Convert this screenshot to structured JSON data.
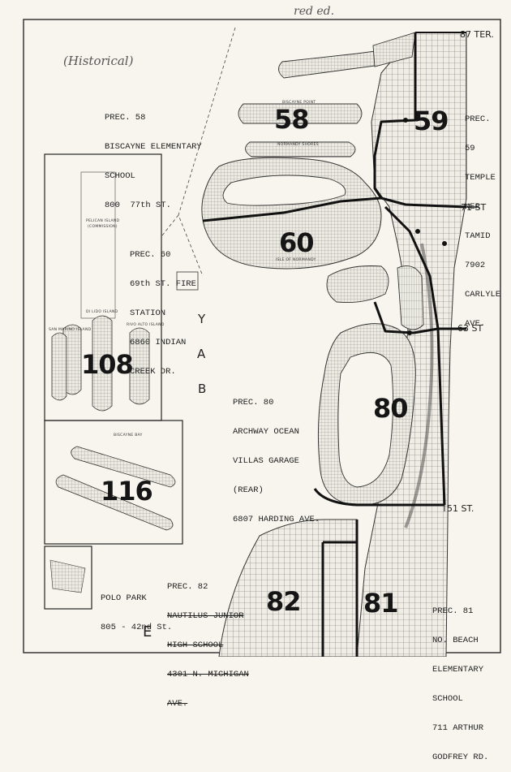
{
  "annotations": {
    "top_handwritten": "red ed.",
    "left_handwritten": "(Historical)"
  },
  "water_label": [
    "B",
    "A",
    "Y"
  ],
  "bottom_letter": "E",
  "streets": {
    "ter_87": "87 TER.",
    "st_71": "71 ST",
    "st_63": "63 ST",
    "st_51": "51 ST."
  },
  "small_labels": {
    "biscayne_point": "BISCAYNE POINT",
    "normandy_shores": "NORMANDY SHORES",
    "isle_of_normandy": "ISLE OF NORMANDY",
    "pelican_island": "PELICAN ISLAND",
    "pelican_island_sub": "(COMMISSION)",
    "di_lido_island": "DI LIDO ISLAND",
    "san_marino_island": "SAN MARINO ISLAND",
    "rivo_alto_island": "RIVO ALTO ISLAND",
    "biscayne_bay": "BISCAYNE BAY"
  },
  "precinct_numbers": {
    "p58": "58",
    "p59": "59",
    "p60": "60",
    "p80": "80",
    "p81": "81",
    "p82": "82",
    "p108": "108",
    "p116": "116"
  },
  "precinct_labels": {
    "p58": [
      "PREC. 58",
      "BISCAYNE ELEMENTARY",
      "SCHOOL",
      "800  77th ST."
    ],
    "p59": [
      "PREC.",
      "59",
      "TEMPLE",
      "NER",
      "TAMID",
      "7902",
      "CARLYLE",
      "AVE."
    ],
    "p60": [
      "PREC. 60",
      "69th ST. FIRE",
      "STATION",
      "6860 INDIAN",
      "CREEK DR."
    ],
    "p80": [
      "PREC. 80",
      "ARCHWAY OCEAN",
      "VILLAS GARAGE",
      "(REAR)",
      "6807 HARDING AVE."
    ],
    "p81": [
      "PREC. 81",
      "NO. BEACH",
      "ELEMENTARY",
      "SCHOOL",
      "711 ARTHUR",
      "GODFREY RD."
    ],
    "p82": [
      "PREC. 82",
      "NAUTILUS JUNIOR",
      "HIGH SCHOOL",
      "4301 N. MICHIGAN",
      "AVE."
    ]
  },
  "polo_park": [
    "POLO PARK",
    "805 - 42nd St."
  ]
}
